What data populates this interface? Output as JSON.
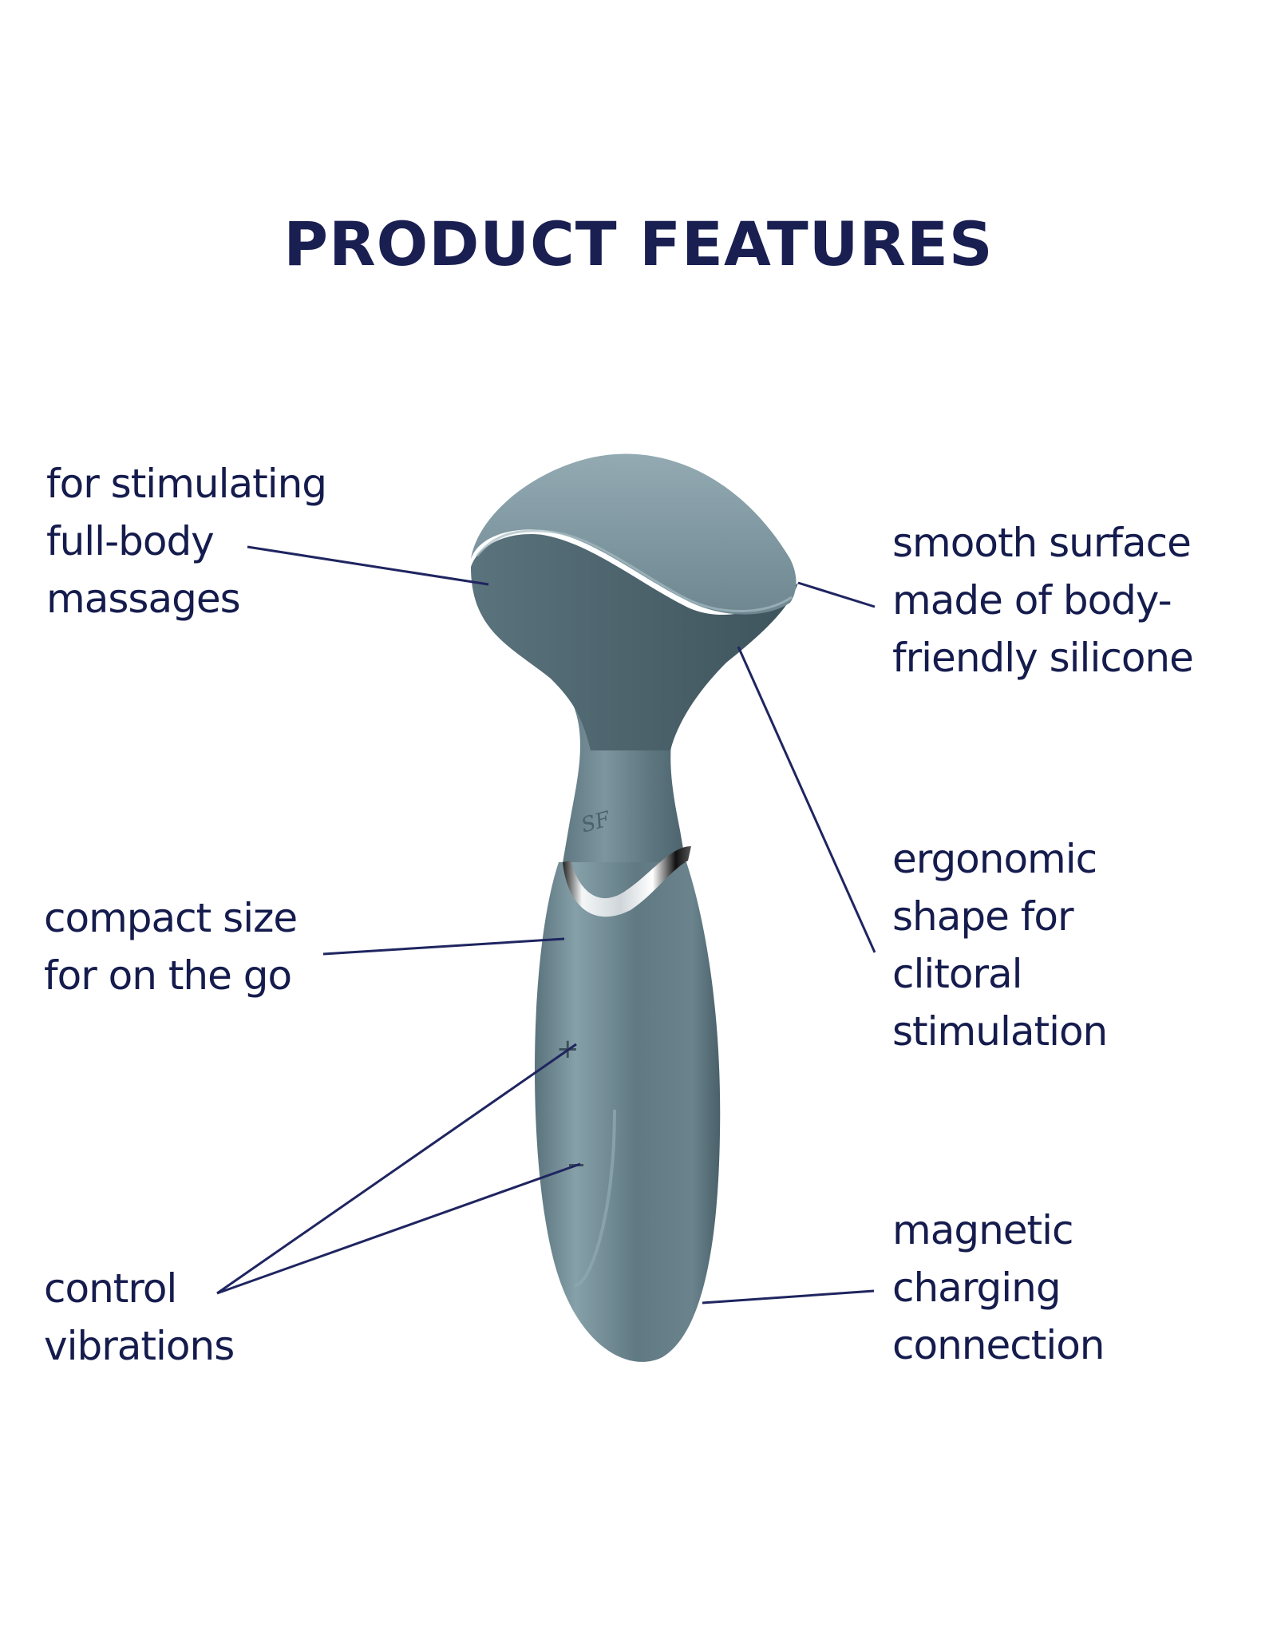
{
  "title": "PRODUCT FEATURES",
  "colors": {
    "text": "#151c4d",
    "leader_line": "#1f2560",
    "product_body": "#5f7882",
    "product_highlight": "#90a8b1",
    "product_shadow": "#3f565f",
    "chrome_band": "#e8ecef",
    "background": "#ffffff"
  },
  "product": {
    "logo_glyph": "SF",
    "plus_button": "+",
    "minus_button": "–"
  },
  "features": [
    {
      "id": "full-body",
      "lines": [
        "for stimulating",
        "full-body",
        "massages"
      ]
    },
    {
      "id": "surface",
      "lines": [
        "smooth surface",
        "made of body-",
        "friendly silicone"
      ]
    },
    {
      "id": "ergonomic",
      "lines": [
        "ergonomic",
        "shape for",
        "clitoral",
        "stimulation"
      ]
    },
    {
      "id": "compact",
      "lines": [
        "compact size",
        "for on the go"
      ]
    },
    {
      "id": "control",
      "lines": [
        "control",
        "vibrations"
      ]
    },
    {
      "id": "charging",
      "lines": [
        "magnetic",
        "charging",
        "connection"
      ]
    }
  ]
}
